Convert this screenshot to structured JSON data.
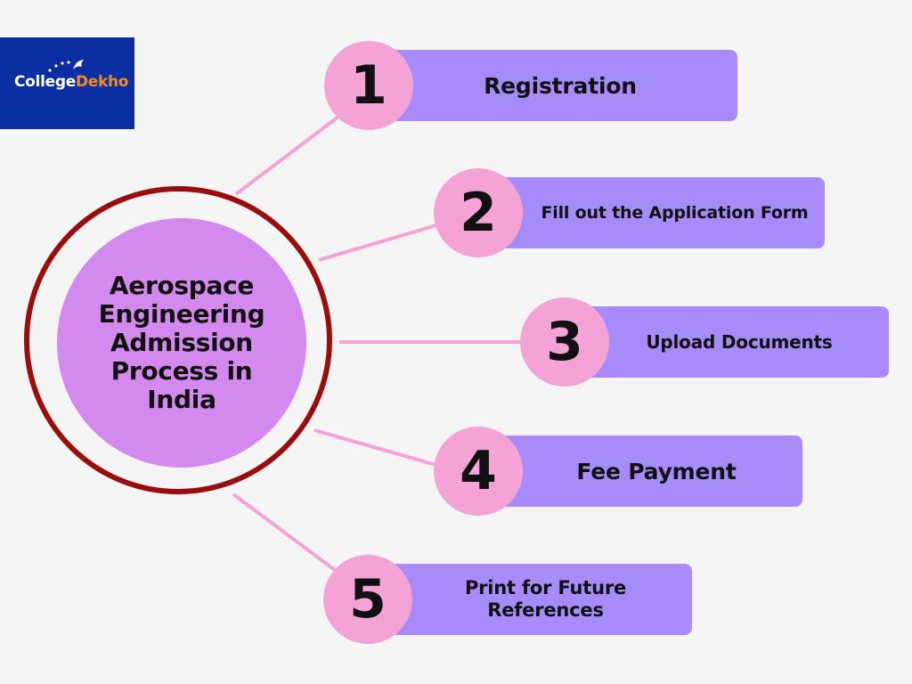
{
  "logo": {
    "part1": "College",
    "part2": "Dekho"
  },
  "hub": {
    "title": "Aerospace Engineering Admission Process in India"
  },
  "steps": [
    {
      "number": "1",
      "label": "Registration"
    },
    {
      "number": "2",
      "label": "Fill out the Application Form"
    },
    {
      "number": "3",
      "label": "Upload Documents"
    },
    {
      "number": "4",
      "label": "Fee Payment"
    },
    {
      "number": "5",
      "label": "Print for Future References"
    }
  ],
  "colors": {
    "background": "#f5f5f6",
    "logo_background": "#0b2fa3",
    "logo_accent": "#f08a24",
    "hub_ring": "#9a0d0d",
    "hub_fill": "#d389ee",
    "card_fill": "#a78bfa",
    "number_fill": "#f5a3d6",
    "connector": "#f5a3d6"
  }
}
